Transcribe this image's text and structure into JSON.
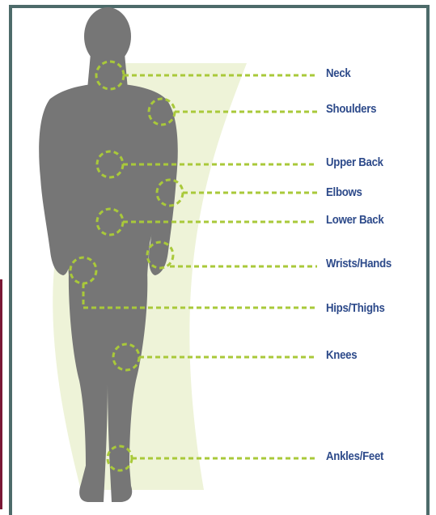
{
  "colors": {
    "frame": "#4d6b6a",
    "left_accent": "#7a1836",
    "figure": "#767676",
    "highlight_band": "#eef3d8",
    "marker": "#a9c93a",
    "label": "#2d4a8a"
  },
  "body_regions": [
    {
      "id": "neck",
      "label": "Neck"
    },
    {
      "id": "shoulders",
      "label": "Shoulders"
    },
    {
      "id": "upper-back",
      "label": "Upper Back"
    },
    {
      "id": "elbows",
      "label": "Elbows"
    },
    {
      "id": "lower-back",
      "label": "Lower Back"
    },
    {
      "id": "wrists-hands",
      "label": "Wrists/Hands"
    },
    {
      "id": "hips-thighs",
      "label": "Hips/Thighs"
    },
    {
      "id": "knees",
      "label": "Knees"
    },
    {
      "id": "ankles-feet",
      "label": "Ankles/Feet"
    }
  ]
}
